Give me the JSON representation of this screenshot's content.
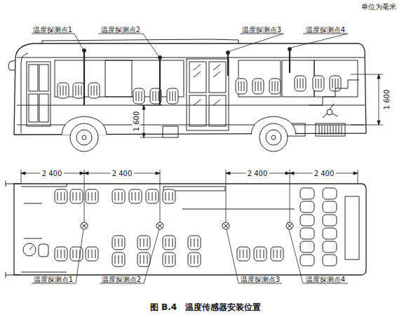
{
  "diagram": {
    "caption": "图 B.4　温度传感器安装位置",
    "labels": [
      "单位为毫米",
      "温度探测点1",
      "温度探测点2",
      "温度探测点3",
      "温度探测点4",
      "1 600",
      "1 600",
      "2 400",
      "2 400",
      "2 400",
      "2 400",
      "温度探测点1",
      "温度探测点2",
      "温度探测点3",
      "温度探测点4"
    ]
  }
}
